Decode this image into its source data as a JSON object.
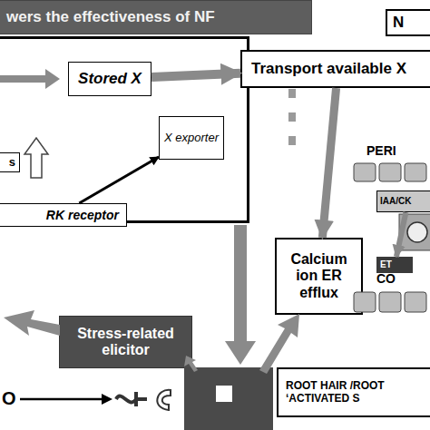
{
  "diagram": {
    "nodes": [
      {
        "text": [
          "wers the effectiveness of NF"
        ]
      },
      {
        "text": [
          "N"
        ]
      },
      {
        "text": []
      },
      {
        "text": [
          "Stored X"
        ],
        "in": 2
      },
      {
        "text": [
          "Transport available X"
        ]
      },
      {
        "text": [
          "X exporter"
        ],
        "in": 2
      },
      {
        "text": [
          "s"
        ],
        "in": 2
      },
      {
        "text": [
          "RK receptor"
        ],
        "in": 2
      },
      {
        "text": [
          "IAA/CK"
        ]
      },
      {
        "text": [
          "Calcium ion ER efflux"
        ]
      },
      {
        "text": [
          "ET"
        ]
      },
      {
        "text": [
          "Stress-related elicitor"
        ]
      },
      {
        "text": [
          "ROOT HAIR /ROOT ‘ACTIVATED S"
        ]
      }
    ],
    "edges": [
      {
        "from": 3,
        "to": 4,
        "arrow": "to"
      },
      {
        "from": 7,
        "to": 5,
        "arrow": "to"
      },
      {
        "from": 4,
        "to": 9,
        "arrow": "to"
      },
      {
        "from": 8,
        "to": 10,
        "arrow": "to"
      }
    ],
    "labels": [
      "PERI",
      "CO",
      "O"
    ]
  }
}
